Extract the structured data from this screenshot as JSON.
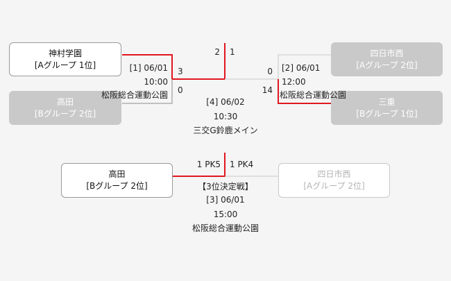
{
  "main_bracket": {
    "top_left_team": {
      "name": "神村学園",
      "group": "[Aグループ 1位]"
    },
    "bottom_left_team": {
      "name": "高田",
      "group": "[Bグループ 2位]"
    },
    "top_right_team": {
      "name": "四日市西",
      "group": "[Aグループ 2位]"
    },
    "bottom_right_team": {
      "name": "三重",
      "group": "[Bグループ 1位]"
    },
    "semi1": {
      "label": "[1] 06/01",
      "time": "10:00",
      "venue": "松阪総合運動公園",
      "score_top": "3",
      "score_bottom": "0"
    },
    "semi2": {
      "label": "[2] 06/01",
      "time": "12:00",
      "venue": "松阪総合運動公園",
      "score_top": "0",
      "score_bottom": "14"
    },
    "final": {
      "label": "[4] 06/02",
      "time": "10:30",
      "venue": "三交G鈴鹿メイン",
      "score_left": "2",
      "score_right": "1"
    }
  },
  "third_place": {
    "left_team": {
      "name": "高田",
      "group": "[Bグループ 2位]"
    },
    "right_team": {
      "name": "四日市西",
      "group": "[Aグループ 2位]"
    },
    "score_left": "1 PK5",
    "score_right": "1 PK4",
    "title": "【3位決定戦】",
    "label": "[3] 06/01",
    "time": "15:00",
    "venue": "松阪総合運動公園"
  },
  "colors": {
    "win_line": "#e0161e",
    "normal_line": "#8a8a8a",
    "faded_line": "#c8c8c8"
  }
}
